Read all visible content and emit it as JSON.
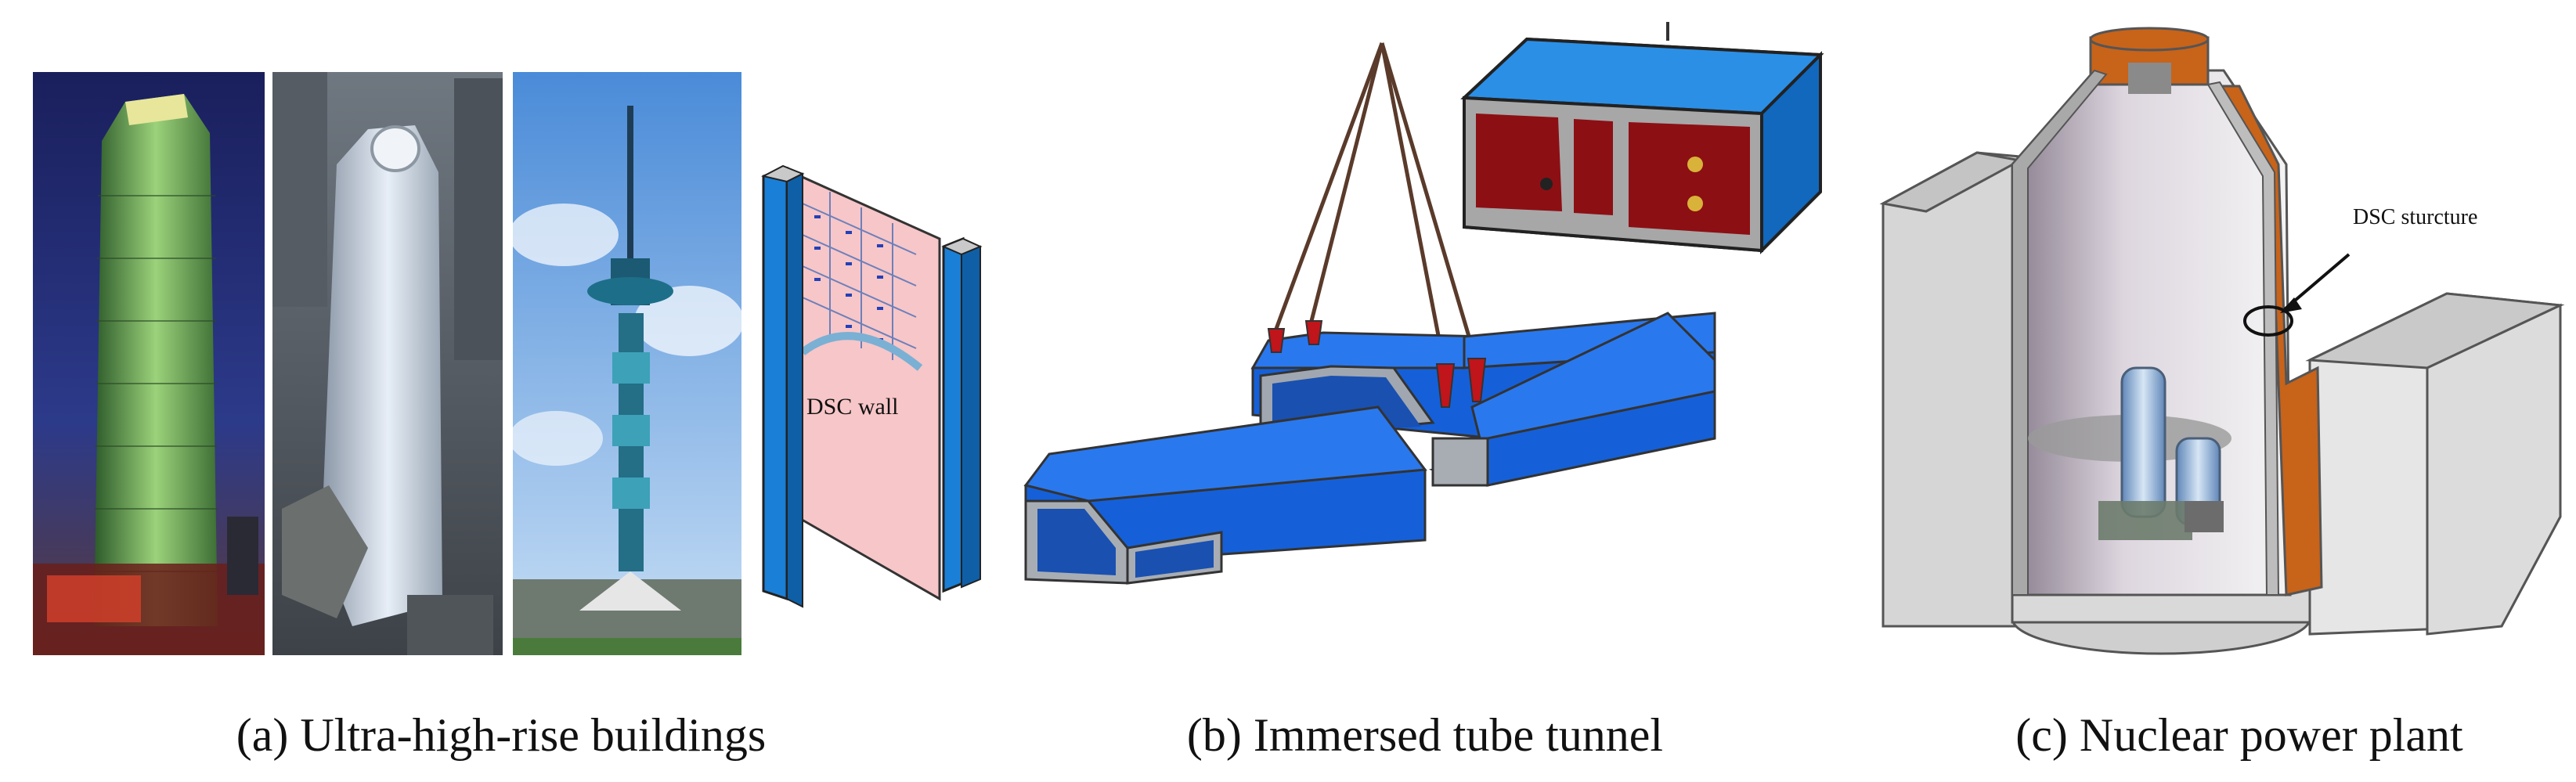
{
  "panels": [
    {
      "id": "a",
      "caption": "(a) Ultra-high-rise buildings",
      "annotation": "DSC wall"
    },
    {
      "id": "b",
      "caption": "(b) Immersed tube tunnel"
    },
    {
      "id": "c",
      "caption": "(c) Nuclear power plant",
      "annotation": "DSC sturcture"
    }
  ],
  "colors": {
    "steel_blue": "#1a7fd6",
    "tunnel_blue": "#1560d8",
    "wall_pink": "#f7c6c8",
    "hook_red": "#c0151a",
    "containment_orange": "#c8631a",
    "concrete_grey": "#d9d9d9"
  }
}
